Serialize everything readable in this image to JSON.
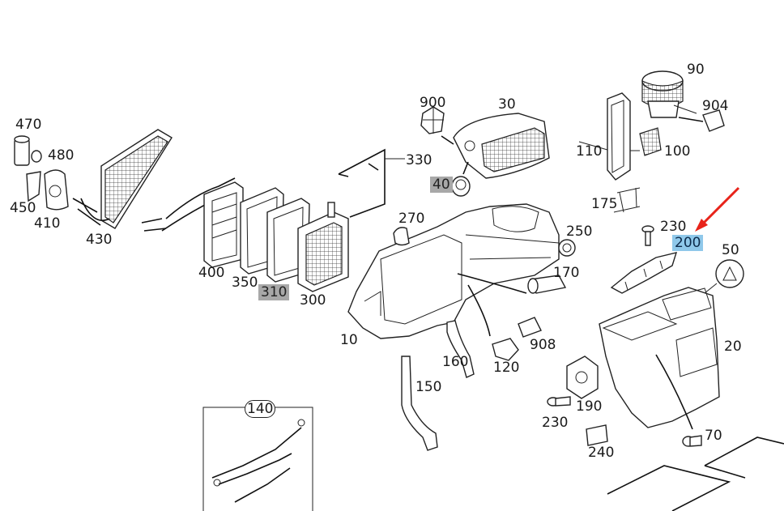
{
  "diagram": {
    "callouts": {
      "p470": "470",
      "p480": "480",
      "p450": "450",
      "p410": "410",
      "p430": "430",
      "p400": "400",
      "p350": "350",
      "p310": "310",
      "p300": "300",
      "p900": "900",
      "p30": "30",
      "p330": "330",
      "p40": "40",
      "p270": "270",
      "p250": "250",
      "p170": "170",
      "p10": "10",
      "p160": "160",
      "p120": "120",
      "p908": "908",
      "p150": "150",
      "p140": "140",
      "p90": "90",
      "p904": "904",
      "p110": "110",
      "p100": "100",
      "p175": "175",
      "p230a": "230",
      "p200": "200",
      "p50": "50",
      "p20": "20",
      "p190": "190",
      "p230b": "230",
      "p240": "240",
      "p70": "70"
    },
    "highlight_colors": {
      "gray": "#a8a8a8",
      "blue": "#8fc8ea",
      "arrow": "#e8231a"
    }
  }
}
